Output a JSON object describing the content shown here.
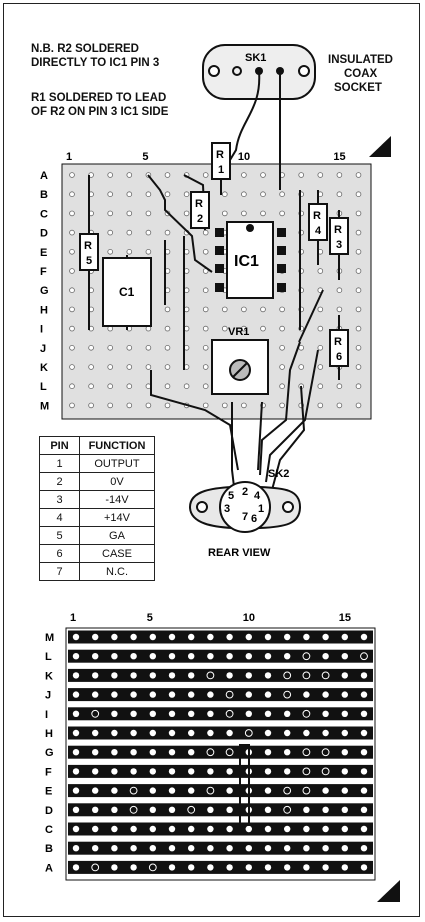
{
  "notes": {
    "r2_line1": "N.B. R2 SOLDERED",
    "r2_line2": "DIRECTLY TO IC1 PIN 3",
    "r1_line1": "R1 SOLDERED TO LEAD",
    "r1_line2": "OF R2 ON PIN 3 IC1 SIDE"
  },
  "coax": {
    "label": "SK1",
    "caption_line1": "INSULATED",
    "caption_line2": "COAX",
    "caption_line3": "SOCKET"
  },
  "board_top": {
    "column_numbers": [
      "1",
      "5",
      "10",
      "15"
    ],
    "row_letters": [
      "A",
      "B",
      "C",
      "D",
      "E",
      "F",
      "G",
      "H",
      "I",
      "J",
      "K",
      "L",
      "M"
    ],
    "components": {
      "r1": "R\n1",
      "r2": "R\n2",
      "r3": "R\n3",
      "r4": "R\n4",
      "r5": "R\n5",
      "r6": "R\n6",
      "ic1": "IC1",
      "c1": "C1",
      "vr1": "VR1"
    }
  },
  "socket": {
    "label": "SK2",
    "view_caption": "REAR VIEW",
    "pin_numbers": [
      "5",
      "2",
      "4",
      "3",
      "7",
      "1",
      "6"
    ]
  },
  "pin_table": {
    "header_pin": "PIN",
    "header_function": "FUNCTION",
    "rows": [
      {
        "pin": "1",
        "function": "OUTPUT"
      },
      {
        "pin": "2",
        "function": "0V"
      },
      {
        "pin": "3",
        "function": "-14V"
      },
      {
        "pin": "4",
        "function": "+14V"
      },
      {
        "pin": "5",
        "function": "GA"
      },
      {
        "pin": "6",
        "function": "CASE"
      },
      {
        "pin": "7",
        "function": "N.C."
      }
    ]
  },
  "board_bottom": {
    "column_numbers": [
      "1",
      "5",
      "10",
      "15"
    ],
    "row_letters": [
      "M",
      "L",
      "K",
      "J",
      "I",
      "H",
      "G",
      "F",
      "E",
      "D",
      "C",
      "B",
      "A"
    ]
  },
  "colors": {
    "ink": "#111111",
    "board": "#e0e0e0",
    "hole": "#ffffff"
  }
}
